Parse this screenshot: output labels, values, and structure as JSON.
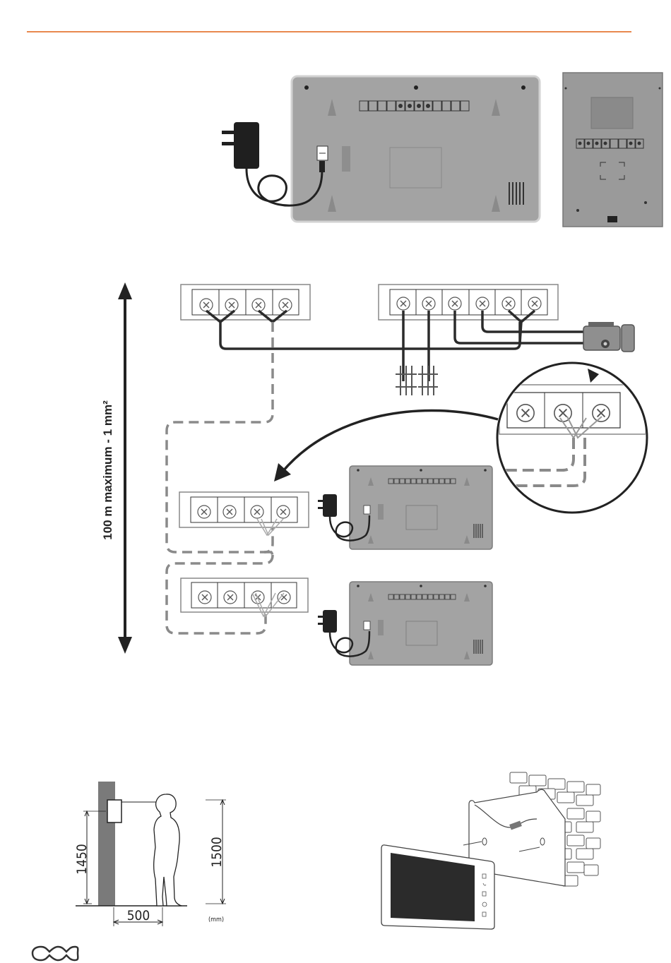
{
  "colors": {
    "accent_rule": "#e8884e",
    "device_fill": "#a3a3a3",
    "device_stroke": "#7c7c7c",
    "device_border": "#d2d2d2",
    "panel_fill": "#9a9a9a",
    "cable": "#2b2b2b",
    "dashed_cable": "#8a8a8a",
    "wall": "#7a7a7a",
    "text": "#222222"
  },
  "icons": {
    "logo": "logo-icon",
    "adapter": "power-adapter-icon",
    "lock": "electric-lock-icon",
    "screw": "terminal-screw-icon"
  },
  "wiring": {
    "distance_label": "100 m maximum - 1 mm²"
  },
  "installation": {
    "height_wall": "1450",
    "height_person": "1500",
    "distance_floor": "500",
    "unit": "(mm)"
  }
}
